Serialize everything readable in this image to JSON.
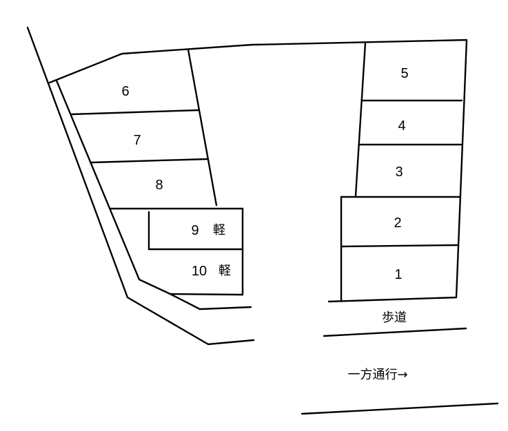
{
  "spaces": {
    "s1": "1",
    "s2": "2",
    "s3": "3",
    "s4": "4",
    "s5": "5",
    "s6": "6",
    "s7": "7",
    "s8": "8",
    "s9": "9",
    "s9_kei": "軽",
    "s10": "10",
    "s10_kei": "軽"
  },
  "labels": {
    "sidewalk": "歩道",
    "one_way": "一方通行→"
  }
}
